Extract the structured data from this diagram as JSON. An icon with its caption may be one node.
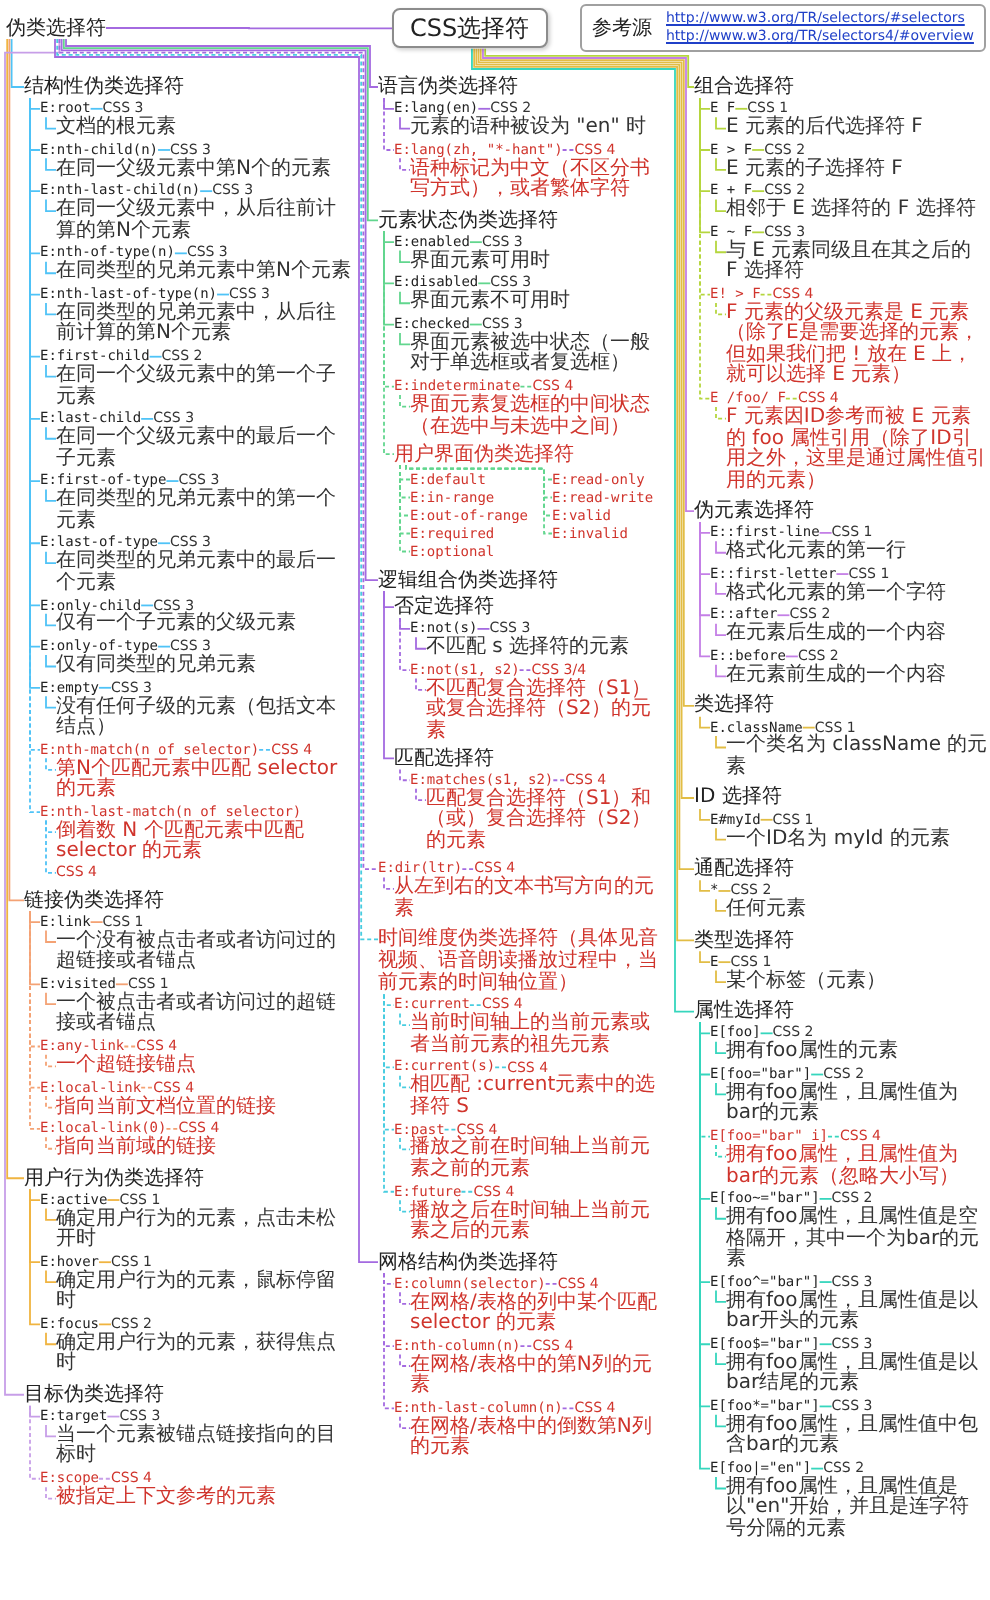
{
  "diagram": {
    "nodes": [
      {
        "text": [
          "CSS选择符"
        ]
      },
      {
        "text": [
          "伪类选择符"
        ]
      },
      {
        "text": [
          "结构性伪类选择符"
        ]
      },
      {
        "text": [
          "E:root"
        ]
      },
      {
        "text": [
          "文档的根元素"
        ]
      },
      {
        "text": [
          "CSS 3"
        ]
      },
      {
        "text": [
          "E:nth-child(n)"
        ]
      },
      {
        "text": [
          "在同一父级元素中第N个的元素"
        ]
      },
      {
        "text": [
          "CSS 3"
        ]
      },
      {
        "text": [
          "E:nth-last-child(n)"
        ]
      },
      {
        "text": [
          "在同一父级元素中，从后往前计算的第N个元素"
        ]
      },
      {
        "text": [
          "CSS 3"
        ]
      },
      {
        "text": [
          "E:nth-of-type(n)"
        ]
      },
      {
        "text": [
          "在同类型的兄弟元素中第N个元素"
        ]
      },
      {
        "text": [
          "CSS 3"
        ]
      },
      {
        "text": [
          "E:nth-last-of-type(n)"
        ]
      },
      {
        "text": [
          "在同类型的兄弟元素中，从后往前计算的第N个元素"
        ]
      },
      {
        "text": [
          "CSS 3"
        ]
      },
      {
        "text": [
          "E:first-child"
        ]
      },
      {
        "text": [
          "在同一个父级元素中的第一个子元素"
        ]
      },
      {
        "text": [
          "CSS 2"
        ]
      },
      {
        "text": [
          "E:last-child"
        ]
      },
      {
        "text": [
          "在同一个父级元素中的最后一个子元素"
        ]
      },
      {
        "text": [
          "CSS 3"
        ]
      },
      {
        "text": [
          "E:first-of-type"
        ]
      },
      {
        "text": [
          "在同类型的兄弟元素中的第一个元素"
        ]
      },
      {
        "text": [
          "CSS 3"
        ]
      },
      {
        "text": [
          "E:last-of-type"
        ]
      },
      {
        "text": [
          "在同类型的兄弟元素中的最后一个元素"
        ]
      },
      {
        "text": [
          "CSS 3"
        ]
      },
      {
        "text": [
          "E:only-child"
        ]
      },
      {
        "text": [
          "仅有一个子元素的父级元素"
        ]
      },
      {
        "text": [
          "CSS 3"
        ]
      },
      {
        "text": [
          "E:only-of-type"
        ]
      },
      {
        "text": [
          "仅有同类型的兄弟元素"
        ]
      },
      {
        "text": [
          "CSS 3"
        ]
      },
      {
        "text": [
          "E:empty"
        ]
      },
      {
        "text": [
          "没有任何子级的元素（包括文本结点）"
        ]
      },
      {
        "text": [
          "CSS 3"
        ]
      },
      {
        "text": [
          "E:nth-match(n of selector)"
        ]
      },
      {
        "text": [
          "第N个匹配元素中匹配 selector 的元素"
        ]
      },
      {
        "text": [
          "CSS 4"
        ]
      },
      {
        "text": [
          "E:nth-last-match(n of selector)"
        ]
      },
      {
        "text": [
          "倒着数 N 个匹配元素中匹配 selector 的元素"
        ]
      },
      {
        "text": [
          "CSS 4"
        ]
      },
      {
        "text": [
          "链接伪类选择符"
        ]
      },
      {
        "text": [
          "E:link"
        ]
      },
      {
        "text": [
          "一个没有被点击者或者访问过的超链接或者锚点"
        ]
      },
      {
        "text": [
          "CSS 1"
        ]
      },
      {
        "text": [
          "E:visited"
        ]
      },
      {
        "text": [
          "一个被点击者或者访问过的超链接或者锚点"
        ]
      },
      {
        "text": [
          "CSS 1"
        ]
      },
      {
        "text": [
          "E:any-link"
        ]
      },
      {
        "text": [
          "一个超链接锚点"
        ]
      },
      {
        "text": [
          "CSS 4"
        ]
      },
      {
        "text": [
          "E:local-link"
        ]
      },
      {
        "text": [
          "指向当前文档位置的链接"
        ]
      },
      {
        "text": [
          "CSS 4"
        ]
      },
      {
        "text": [
          "E:local-link(0)"
        ]
      },
      {
        "text": [
          "指向当前域的链接"
        ]
      },
      {
        "text": [
          "CSS 4"
        ]
      },
      {
        "text": [
          "用户行为伪类选择符"
        ]
      },
      {
        "text": [
          "E:active"
        ]
      },
      {
        "text": [
          "确定用户行为的元素，点击未松开时"
        ]
      },
      {
        "text": [
          "CSS 1"
        ]
      },
      {
        "text": [
          "E:hover"
        ]
      },
      {
        "text": [
          "确定用户行为的元素，鼠标停留时"
        ]
      },
      {
        "text": [
          "CSS 1"
        ]
      },
      {
        "text": [
          "E:focus"
        ]
      },
      {
        "text": [
          "确定用户行为的元素，获得焦点时"
        ]
      },
      {
        "text": [
          "CSS 2"
        ]
      },
      {
        "text": [
          "目标伪类选择符"
        ]
      },
      {
        "text": [
          "E:target"
        ]
      },
      {
        "text": [
          "当一个元素被锚点链接指向的目标时"
        ]
      },
      {
        "text": [
          "CSS 3"
        ]
      },
      {
        "text": [
          "E:scope"
        ]
      },
      {
        "text": [
          "被指定上下文参考的元素"
        ]
      },
      {
        "text": [
          "CSS 4"
        ]
      },
      {
        "text": [
          "语言伪类选择符"
        ]
      },
      {
        "text": [
          "E:lang(en)"
        ]
      },
      {
        "text": [
          "元素的语种被设为 \"en\" 时"
        ]
      },
      {
        "text": [
          "CSS 2"
        ]
      },
      {
        "text": [
          "E:lang(zh, \"*-hant\")"
        ]
      },
      {
        "text": [
          "语种标记为中文（不区分书写方式），或者繁体字符"
        ]
      },
      {
        "text": [
          "CSS 4"
        ]
      },
      {
        "text": [
          "元素状态伪类选择符"
        ]
      },
      {
        "text": [
          "E:enabled"
        ]
      },
      {
        "text": [
          "界面元素可用时"
        ]
      },
      {
        "text": [
          "CSS 3"
        ]
      },
      {
        "text": [
          "E:disabled"
        ]
      },
      {
        "text": [
          "界面元素不可用时"
        ]
      },
      {
        "text": [
          "CSS 3"
        ]
      },
      {
        "text": [
          "E:checked"
        ]
      },
      {
        "text": [
          "界面元素被选中状态（一般对于单选框或者复选框）"
        ]
      },
      {
        "text": [
          "CSS 3"
        ]
      },
      {
        "text": [
          "E:indeterminate"
        ]
      },
      {
        "text": [
          "界面元素复选框的中间状态（在选中与未选中之间）"
        ]
      },
      {
        "text": [
          "CSS 4"
        ]
      },
      {
        "text": [
          "用户界面伪类选择符"
        ]
      },
      {
        "text": [
          "E:default"
        ]
      },
      {
        "text": [
          "E:in-range"
        ]
      },
      {
        "text": [
          "E:out-of-range"
        ]
      },
      {
        "text": [
          "E:required"
        ]
      },
      {
        "text": [
          "E:optional"
        ]
      },
      {
        "text": [
          "E:read-only"
        ]
      },
      {
        "text": [
          "E:read-write"
        ]
      },
      {
        "text": [
          "E:valid"
        ]
      },
      {
        "text": [
          "E:invalid"
        ]
      },
      {
        "text": [
          "逻辑组合伪类选择符"
        ]
      },
      {
        "text": [
          "否定选择符"
        ]
      },
      {
        "text": [
          "E:not(s)"
        ]
      },
      {
        "text": [
          "不匹配 s 选择符的元素"
        ]
      },
      {
        "text": [
          "CSS 3"
        ]
      },
      {
        "text": [
          "E:not(s1, s2)"
        ]
      },
      {
        "text": [
          "不匹配复合选择符（S1）或复合选择符（S2）的元素"
        ]
      },
      {
        "text": [
          "CSS 3/4"
        ]
      },
      {
        "text": [
          "匹配选择符"
        ]
      },
      {
        "text": [
          "E:matches(s1, s2)"
        ]
      },
      {
        "text": [
          "匹配复合选择符（S1）和（或）复合选择符（S2）的元素"
        ]
      },
      {
        "text": [
          "CSS 4"
        ]
      },
      {
        "text": [
          "E:dir(ltr)"
        ]
      },
      {
        "text": [
          "从左到右的文本书写方向的元素"
        ]
      },
      {
        "text": [
          "CSS 4"
        ]
      },
      {
        "text": [
          "时间维度伪类选择符（具体见音视频、语音朗读播放过程中，当前元素的时间轴位置）"
        ]
      },
      {
        "text": [
          "E:current"
        ]
      },
      {
        "text": [
          "当前时间轴上的当前元素或者当前元素的祖先元素"
        ]
      },
      {
        "text": [
          "CSS 4"
        ]
      },
      {
        "text": [
          "E:current(s)"
        ]
      },
      {
        "text": [
          "相匹配 :current元素中的选择符 S"
        ]
      },
      {
        "text": [
          "CSS 4"
        ]
      },
      {
        "text": [
          "E:past"
        ]
      },
      {
        "text": [
          "播放之前在时间轴上当前元素之前的元素"
        ]
      },
      {
        "text": [
          "CSS 4"
        ]
      },
      {
        "text": [
          "E:future"
        ]
      },
      {
        "text": [
          "播放之后在时间轴上当前元素之后的元素"
        ]
      },
      {
        "text": [
          "CSS 4"
        ]
      },
      {
        "text": [
          "网格结构伪类选择符"
        ]
      },
      {
        "text": [
          "E:column(selector)"
        ]
      },
      {
        "text": [
          "在网格/表格的列中某个匹配 selector 的元素"
        ]
      },
      {
        "text": [
          "CSS 4"
        ]
      },
      {
        "text": [
          "E:nth-column(n)"
        ]
      },
      {
        "text": [
          "在网格/表格中的第N列的元素"
        ]
      },
      {
        "text": [
          "CSS 4"
        ]
      },
      {
        "text": [
          "E:nth-last-column(n)"
        ]
      },
      {
        "text": [
          "在网格/表格中的倒数第N列的元素"
        ]
      },
      {
        "text": [
          "CSS 4"
        ]
      },
      {
        "text": [
          "组合选择符"
        ]
      },
      {
        "text": [
          "E F"
        ]
      },
      {
        "text": [
          "E 元素的后代选择符 F"
        ]
      },
      {
        "text": [
          "CSS 1"
        ]
      },
      {
        "text": [
          "E > F"
        ]
      },
      {
        "text": [
          "E 元素的子选择符 F"
        ]
      },
      {
        "text": [
          "CSS 2"
        ]
      },
      {
        "text": [
          "E + F"
        ]
      },
      {
        "text": [
          "相邻于 E 选择符的 F 选择符"
        ]
      },
      {
        "text": [
          "CSS 2"
        ]
      },
      {
        "text": [
          "E ~ F"
        ]
      },
      {
        "text": [
          "与 E 元素同级且在其之后的 F 选择符"
        ]
      },
      {
        "text": [
          "CSS 3"
        ]
      },
      {
        "text": [
          "E! > F"
        ]
      },
      {
        "text": [
          "F 元素的父级元素是 E 元素（除了E是需要选择的元素，但如果我们把 ! 放在 E 上，就可以选择 E 元素）"
        ]
      },
      {
        "text": [
          "CSS 4"
        ]
      },
      {
        "text": [
          "E /foo/ F"
        ]
      },
      {
        "text": [
          "F 元素因ID参考而被 E 元素的 foo 属性引用（除了ID引用之外，这里是通过属性值引用的元素）"
        ]
      },
      {
        "text": [
          "CSS 4"
        ]
      },
      {
        "text": [
          "伪元素选择符"
        ]
      },
      {
        "text": [
          "E::first-line"
        ]
      },
      {
        "text": [
          "格式化元素的第一行"
        ]
      },
      {
        "text": [
          "CSS 1"
        ]
      },
      {
        "text": [
          "E::first-letter"
        ]
      },
      {
        "text": [
          "格式化元素的第一个字符"
        ]
      },
      {
        "text": [
          "CSS 1"
        ]
      },
      {
        "text": [
          "E::after"
        ]
      },
      {
        "text": [
          "在元素后生成的一个内容"
        ]
      },
      {
        "text": [
          "CSS 2"
        ]
      },
      {
        "text": [
          "E::before"
        ]
      },
      {
        "text": [
          "在元素前生成的一个内容"
        ]
      },
      {
        "text": [
          "CSS 2"
        ]
      },
      {
        "text": [
          "类选择符"
        ]
      },
      {
        "text": [
          "E.className"
        ]
      },
      {
        "text": [
          "一个类名为 className 的元素"
        ]
      },
      {
        "text": [
          "CSS 1"
        ]
      },
      {
        "text": [
          "ID 选择符"
        ]
      },
      {
        "text": [
          "E#myId"
        ]
      },
      {
        "text": [
          "一个ID名为 myId 的元素"
        ]
      },
      {
        "text": [
          "CSS 1"
        ]
      },
      {
        "text": [
          "通配选择符"
        ]
      },
      {
        "text": [
          "*"
        ]
      },
      {
        "text": [
          "任何元素"
        ]
      },
      {
        "text": [
          "CSS 2"
        ]
      },
      {
        "text": [
          "类型选择符"
        ]
      },
      {
        "text": [
          "E"
        ]
      },
      {
        "text": [
          "某个标签（元素）"
        ]
      },
      {
        "text": [
          "CSS 1"
        ]
      },
      {
        "text": [
          "属性选择符"
        ]
      },
      {
        "text": [
          "E[foo]"
        ]
      },
      {
        "text": [
          "拥有foo属性的元素"
        ]
      },
      {
        "text": [
          "CSS 2"
        ]
      },
      {
        "text": [
          "E[foo=\"bar\"]"
        ]
      },
      {
        "text": [
          "拥有foo属性，且属性值为bar的元素"
        ]
      },
      {
        "text": [
          "CSS 2"
        ]
      },
      {
        "text": [
          "E[foo=\"bar\" i]"
        ]
      },
      {
        "text": [
          "拥有foo属性，且属性值为bar的元素（忽略大小写）"
        ]
      },
      {
        "text": [
          "CSS 4"
        ]
      },
      {
        "text": [
          "E[foo~=\"bar\"]"
        ]
      },
      {
        "text": [
          "拥有foo属性，且属性值是空格隔开，其中一个为bar的元素"
        ]
      },
      {
        "text": [
          "CSS 2"
        ]
      },
      {
        "text": [
          "E[foo^=\"bar\"]"
        ]
      },
      {
        "text": [
          "拥有foo属性，且属性值是以bar开头的元素"
        ]
      },
      {
        "text": [
          "CSS 3"
        ]
      },
      {
        "text": [
          "E[foo$=\"bar\"]"
        ]
      },
      {
        "text": [
          "拥有foo属性，且属性值是以bar结尾的元素"
        ]
      },
      {
        "text": [
          "CSS 3"
        ]
      },
      {
        "text": [
          "E[foo*=\"bar\"]"
        ]
      },
      {
        "text": [
          "拥有foo属性，且属性值中包含bar的元素"
        ]
      },
      {
        "text": [
          "CSS 3"
        ]
      },
      {
        "text": [
          "E[foo|=\"en\"]"
        ]
      },
      {
        "text": [
          "拥有foo属性，且属性值是以\"en\"开始，并且是连字符号分隔的元素"
        ]
      },
      {
        "text": [
          "CSS 2"
        ]
      },
      {
        "text": [
          "参考源",
          "http://www.w3.org/TR/selectors/#selectors",
          "http://www.w3.org/TR/selectors4/#overview"
        ]
      }
    ],
    "edges": [
      {
        "from": 0,
        "to": 1,
        "arrow": "none",
        "color": "#a46ae0"
      },
      {
        "from": 1,
        "to": 2,
        "arrow": "none"
      },
      {
        "from": 2,
        "to": 3,
        "arrow": "none"
      },
      {
        "from": 3,
        "to": 4,
        "arrow": "none"
      },
      {
        "from": 3,
        "to": 5,
        "arrow": "none"
      },
      {
        "from": 2,
        "to": 6,
        "arrow": "none"
      },
      {
        "from": 6,
        "to": 7,
        "arrow": "none"
      },
      {
        "from": 6,
        "to": 8,
        "arrow": "none"
      },
      {
        "from": 2,
        "to": 9,
        "arrow": "none"
      },
      {
        "from": 9,
        "to": 10,
        "arrow": "none"
      },
      {
        "from": 9,
        "to": 11,
        "arrow": "none"
      },
      {
        "from": 2,
        "to": 12,
        "arrow": "none"
      },
      {
        "from": 12,
        "to": 13,
        "arrow": "none"
      },
      {
        "from": 12,
        "to": 14,
        "arrow": "none"
      },
      {
        "from": 2,
        "to": 15,
        "arrow": "none"
      },
      {
        "from": 15,
        "to": 16,
        "arrow": "none"
      },
      {
        "from": 15,
        "to": 17,
        "arrow": "none"
      },
      {
        "from": 2,
        "to": 18,
        "arrow": "none"
      },
      {
        "from": 18,
        "to": 19,
        "arrow": "none"
      },
      {
        "from": 18,
        "to": 20,
        "arrow": "none"
      },
      {
        "from": 2,
        "to": 21,
        "arrow": "none"
      },
      {
        "from": 21,
        "to": 22,
        "arrow": "none"
      },
      {
        "from": 21,
        "to": 23,
        "arrow": "none"
      },
      {
        "from": 2,
        "to": 24,
        "arrow": "none"
      },
      {
        "from": 24,
        "to": 25,
        "arrow": "none"
      },
      {
        "from": 24,
        "to": 26,
        "arrow": "none"
      },
      {
        "from": 2,
        "to": 27,
        "arrow": "none"
      },
      {
        "from": 27,
        "to": 28,
        "arrow": "none"
      },
      {
        "from": 27,
        "to": 29,
        "arrow": "none"
      },
      {
        "from": 2,
        "to": 30,
        "arrow": "none"
      },
      {
        "from": 30,
        "to": 31,
        "arrow": "none"
      },
      {
        "from": 30,
        "to": 32,
        "arrow": "none"
      },
      {
        "from": 2,
        "to": 33,
        "arrow": "none"
      },
      {
        "from": 33,
        "to": 34,
        "arrow": "none"
      },
      {
        "from": 33,
        "to": 35,
        "arrow": "none"
      },
      {
        "from": 2,
        "to": 36,
        "arrow": "none"
      },
      {
        "from": 36,
        "to": 37,
        "arrow": "none"
      },
      {
        "from": 36,
        "to": 38,
        "arrow": "none"
      },
      {
        "from": 2,
        "to": 39,
        "arrow": "none",
        "style": "dashed"
      },
      {
        "from": 39,
        "to": 40,
        "arrow": "none",
        "style": "dashed"
      },
      {
        "from": 39,
        "to": 41,
        "arrow": "none",
        "style": "dashed"
      },
      {
        "from": 2,
        "to": 42,
        "arrow": "none",
        "style": "dashed"
      },
      {
        "from": 42,
        "to": 43,
        "arrow": "none",
        "style": "dashed"
      },
      {
        "from": 42,
        "to": 44,
        "arrow": "none",
        "style": "dashed"
      },
      {
        "from": 1,
        "to": 45,
        "arrow": "none",
        "color": "#f4a274"
      },
      {
        "from": 45,
        "to": 46,
        "arrow": "none",
        "color": "#f4a274"
      },
      {
        "from": 46,
        "to": 47,
        "arrow": "none",
        "color": "#f4a274"
      },
      {
        "from": 46,
        "to": 48,
        "arrow": "none",
        "color": "#f4a274"
      },
      {
        "from": 45,
        "to": 49,
        "arrow": "none",
        "color": "#f4a274"
      },
      {
        "from": 49,
        "to": 50,
        "arrow": "none",
        "color": "#f4a274"
      },
      {
        "from": 49,
        "to": 51,
        "arrow": "none",
        "color": "#f4a274"
      },
      {
        "from": 45,
        "to": 52,
        "arrow": "none",
        "color": "#f4a274",
        "style": "dashed"
      },
      {
        "from": 52,
        "to": 53,
        "arrow": "none",
        "color": "#f4a274",
        "style": "dashed"
      },
      {
        "from": 52,
        "to": 54,
        "arrow": "none",
        "color": "#f4a274",
        "style": "dashed"
      },
      {
        "from": 45,
        "to": 55,
        "arrow": "none",
        "color": "#f4a274",
        "style": "dashed"
      },
      {
        "from": 55,
        "to": 56,
        "arrow": "none",
        "color": "#f4a274",
        "style": "dashed"
      },
      {
        "from": 55,
        "to": 57,
        "arrow": "none",
        "color": "#f4a274",
        "style": "dashed"
      },
      {
        "from": 45,
        "to": 58,
        "arrow": "none",
        "color": "#f4a274",
        "style": "dashed"
      },
      {
        "from": 58,
        "to": 59,
        "arrow": "none",
        "color": "#f4a274",
        "style": "dashed"
      },
      {
        "from": 58,
        "to": 60,
        "arrow": "none",
        "color": "#f4a274",
        "style": "dashed"
      },
      {
        "from": 1,
        "to": 61,
        "arrow": "none",
        "color": "#f0b440"
      },
      {
        "from": 61,
        "to": 62,
        "arrow": "none",
        "color": "#f0b440"
      },
      {
        "from": 62,
        "to": 63,
        "arrow": "none",
        "color": "#f0b440"
      },
      {
        "from": 62,
        "to": 64,
        "arrow": "none",
        "color": "#f0b440"
      },
      {
        "from": 61,
        "to": 65,
        "arrow": "none",
        "color": "#f0b440"
      },
      {
        "from": 65,
        "to": 66,
        "arrow": "none",
        "color": "#f0b440"
      },
      {
        "from": 65,
        "to": 67,
        "arrow": "none",
        "color": "#f0b440"
      },
      {
        "from": 61,
        "to": 68,
        "arrow": "none",
        "color": "#f0b440"
      },
      {
        "from": 68,
        "to": 69,
        "arrow": "none",
        "color": "#f0b440"
      },
      {
        "from": 68,
        "to": 70,
        "arrow": "none",
        "color": "#f0b440"
      },
      {
        "from": 1,
        "to": 71,
        "arrow": "none",
        "color": "#c79ee8"
      },
      {
        "from": 71,
        "to": 72,
        "arrow": "none",
        "color": "#c79ee8"
      },
      {
        "from": 72,
        "to": 73,
        "arrow": "none",
        "color": "#c79ee8"
      },
      {
        "from": 72,
        "to": 74,
        "arrow": "none",
        "color": "#c79ee8"
      },
      {
        "from": 71,
        "to": 75,
        "arrow": "none",
        "color": "#c79ee8",
        "style": "dashed"
      },
      {
        "from": 75,
        "to": 76,
        "arrow": "none",
        "color": "#c79ee8",
        "style": "dashed"
      },
      {
        "from": 75,
        "to": 77,
        "arrow": "none",
        "color": "#c79ee8",
        "style": "dashed"
      },
      {
        "from": 1,
        "to": 78,
        "arrow": "none",
        "color": "#a46ae0"
      },
      {
        "from": 78,
        "to": 79,
        "arrow": "none",
        "color": "#a46ae0"
      },
      {
        "from": 79,
        "to": 80,
        "arrow": "none",
        "color": "#a46ae0"
      },
      {
        "from": 79,
        "to": 81,
        "arrow": "none",
        "color": "#a46ae0"
      },
      {
        "from": 78,
        "to": 82,
        "arrow": "none",
        "color": "#a46ae0",
        "style": "dashed"
      },
      {
        "from": 82,
        "to": 83,
        "arrow": "none",
        "color": "#a46ae0",
        "style": "dashed"
      },
      {
        "from": 82,
        "to": 84,
        "arrow": "none",
        "color": "#a46ae0",
        "style": "dashed"
      },
      {
        "from": 1,
        "to": 85,
        "arrow": "none",
        "color": "#62d68e"
      },
      {
        "from": 85,
        "to": 86,
        "arrow": "none",
        "color": "#62d68e"
      },
      {
        "from": 86,
        "to": 87,
        "arrow": "none",
        "color": "#62d68e"
      },
      {
        "from": 86,
        "to": 88,
        "arrow": "none",
        "color": "#62d68e"
      },
      {
        "from": 85,
        "to": 89,
        "arrow": "none",
        "color": "#62d68e"
      },
      {
        "from": 89,
        "to": 90,
        "arrow": "none",
        "color": "#62d68e"
      },
      {
        "from": 89,
        "to": 91,
        "arrow": "none",
        "color": "#62d68e"
      },
      {
        "from": 85,
        "to": 92,
        "arrow": "none",
        "color": "#62d68e"
      },
      {
        "from": 92,
        "to": 93,
        "arrow": "none",
        "color": "#62d68e"
      },
      {
        "from": 92,
        "to": 94,
        "arrow": "none",
        "color": "#62d68e"
      },
      {
        "from": 85,
        "to": 95,
        "arrow": "none",
        "color": "#62d68e",
        "style": "dashed"
      },
      {
        "from": 95,
        "to": 96,
        "arrow": "none",
        "color": "#62d68e",
        "style": "dashed"
      },
      {
        "from": 95,
        "to": 97,
        "arrow": "none",
        "color": "#62d68e",
        "style": "dashed"
      },
      {
        "from": 85,
        "to": 98,
        "arrow": "none",
        "color": "#62d68e",
        "style": "dashed"
      },
      {
        "from": 98,
        "to": 99,
        "arrow": "none",
        "color": "#62d68e",
        "style": "dashed"
      },
      {
        "from": 98,
        "to": 100,
        "arrow": "none",
        "color": "#62d68e",
        "style": "dashed"
      },
      {
        "from": 98,
        "to": 101,
        "arrow": "none",
        "color": "#62d68e",
        "style": "dashed"
      },
      {
        "from": 98,
        "to": 102,
        "arrow": "none",
        "color": "#62d68e",
        "style": "dashed"
      },
      {
        "from": 98,
        "to": 103,
        "arrow": "none",
        "color": "#62d68e",
        "style": "dashed"
      },
      {
        "from": 98,
        "to": 104,
        "arrow": "none",
        "color": "#62d68e",
        "style": "dashed"
      },
      {
        "from": 98,
        "to": 105,
        "arrow": "none",
        "color": "#62d68e",
        "style": "dashed"
      },
      {
        "from": 98,
        "to": 106,
        "arrow": "none",
        "color": "#62d68e",
        "style": "dashed"
      },
      {
        "from": 98,
        "to": 107,
        "arrow": "none",
        "color": "#62d68e",
        "style": "dashed"
      },
      {
        "from": 1,
        "to": 108,
        "arrow": "none",
        "color": "#a46ae0"
      },
      {
        "from": 108,
        "to": 109,
        "arrow": "none",
        "color": "#a46ae0"
      },
      {
        "from": 109,
        "to": 110,
        "arrow": "none",
        "color": "#a46ae0"
      },
      {
        "from": 110,
        "to": 111,
        "arrow": "none",
        "color": "#a46ae0"
      },
      {
        "from": 110,
        "to": 112,
        "arrow": "none",
        "color": "#a46ae0"
      },
      {
        "from": 109,
        "to": 113,
        "arrow": "none",
        "color": "#a46ae0",
        "style": "dashed"
      },
      {
        "from": 113,
        "to": 114,
        "arrow": "none",
        "color": "#a46ae0",
        "style": "dashed"
      },
      {
        "from": 113,
        "to": 115,
        "arrow": "none",
        "color": "#a46ae0",
        "style": "dashed"
      },
      {
        "from": 108,
        "to": 116,
        "arrow": "none",
        "color": "#a46ae0"
      },
      {
        "from": 116,
        "to": 117,
        "arrow": "none",
        "color": "#a46ae0",
        "style": "dashed"
      },
      {
        "from": 117,
        "to": 118,
        "arrow": "none",
        "color": "#a46ae0",
        "style": "dashed"
      },
      {
        "from": 117,
        "to": 119,
        "arrow": "none",
        "color": "#a46ae0",
        "style": "dashed"
      },
      {
        "from": 1,
        "to": 120,
        "arrow": "none",
        "color": "#a46ae0",
        "style": "dashed"
      },
      {
        "from": 120,
        "to": 121,
        "arrow": "none",
        "color": "#a46ae0",
        "style": "dashed"
      },
      {
        "from": 120,
        "to": 122,
        "arrow": "none",
        "color": "#a46ae0",
        "style": "dashed"
      },
      {
        "from": 1,
        "to": 123,
        "arrow": "none",
        "color": "#48cde0",
        "style": "dashed"
      },
      {
        "from": 123,
        "to": 124,
        "arrow": "none",
        "color": "#48cde0",
        "style": "dashed"
      },
      {
        "from": 124,
        "to": 125,
        "arrow": "none",
        "color": "#48cde0",
        "style": "dashed"
      },
      {
        "from": 124,
        "to": 126,
        "arrow": "none",
        "color": "#48cde0",
        "style": "dashed"
      },
      {
        "from": 123,
        "to": 127,
        "arrow": "none",
        "color": "#48cde0",
        "style": "dashed"
      },
      {
        "from": 127,
        "to": 128,
        "arrow": "none",
        "color": "#48cde0",
        "style": "dashed"
      },
      {
        "from": 127,
        "to": 129,
        "arrow": "none",
        "color": "#48cde0",
        "style": "dashed"
      },
      {
        "from": 123,
        "to": 130,
        "arrow": "none",
        "color": "#48cde0",
        "style": "dashed"
      },
      {
        "from": 130,
        "to": 131,
        "arrow": "none",
        "color": "#48cde0",
        "style": "dashed"
      },
      {
        "from": 130,
        "to": 132,
        "arrow": "none",
        "color": "#48cde0",
        "style": "dashed"
      },
      {
        "from": 123,
        "to": 133,
        "arrow": "none",
        "color": "#48cde0",
        "style": "dashed"
      },
      {
        "from": 133,
        "to": 134,
        "arrow": "none",
        "color": "#48cde0",
        "style": "dashed"
      },
      {
        "from": 133,
        "to": 135,
        "arrow": "none",
        "color": "#48cde0",
        "style": "dashed"
      },
      {
        "from": 1,
        "to": 136,
        "arrow": "none",
        "color": "#a46ae0"
      },
      {
        "from": 136,
        "to": 137,
        "arrow": "none",
        "color": "#a46ae0",
        "style": "dashed"
      },
      {
        "from": 137,
        "to": 138,
        "arrow": "none",
        "color": "#a46ae0",
        "style": "dashed"
      },
      {
        "from": 137,
        "to": 139,
        "arrow": "none",
        "color": "#a46ae0",
        "style": "dashed"
      },
      {
        "from": 136,
        "to": 140,
        "arrow": "none",
        "color": "#a46ae0",
        "style": "dashed"
      },
      {
        "from": 140,
        "to": 141,
        "arrow": "none",
        "color": "#a46ae0",
        "style": "dashed"
      },
      {
        "from": 140,
        "to": 142,
        "arrow": "none",
        "color": "#a46ae0",
        "style": "dashed"
      },
      {
        "from": 136,
        "to": 143,
        "arrow": "none",
        "color": "#a46ae0",
        "style": "dashed"
      },
      {
        "from": 143,
        "to": 144,
        "arrow": "none",
        "color": "#a46ae0",
        "style": "dashed"
      },
      {
        "from": 143,
        "to": 145,
        "arrow": "none",
        "color": "#a46ae0",
        "style": "dashed"
      },
      {
        "from": 0,
        "to": 146,
        "arrow": "none",
        "color": "#b5d63e"
      },
      {
        "from": 146,
        "to": 147,
        "arrow": "none",
        "color": "#b5d63e"
      },
      {
        "from": 147,
        "to": 148,
        "arrow": "none",
        "color": "#b5d63e"
      },
      {
        "from": 147,
        "to": 149,
        "arrow": "none",
        "color": "#b5d63e"
      },
      {
        "from": 146,
        "to": 150,
        "arrow": "none",
        "color": "#b5d63e"
      },
      {
        "from": 150,
        "to": 151,
        "arrow": "none",
        "color": "#b5d63e"
      },
      {
        "from": 150,
        "to": 152,
        "arrow": "none",
        "color": "#b5d63e"
      },
      {
        "from": 146,
        "to": 153,
        "arrow": "none",
        "color": "#b5d63e"
      },
      {
        "from": 153,
        "to": 154,
        "arrow": "none",
        "color": "#b5d63e"
      },
      {
        "from": 153,
        "to": 155,
        "arrow": "none",
        "color": "#b5d63e"
      },
      {
        "from": 146,
        "to": 156,
        "arrow": "none",
        "color": "#b5d63e"
      },
      {
        "from": 156,
        "to": 157,
        "arrow": "none",
        "color": "#b5d63e"
      },
      {
        "from": 156,
        "to": 158,
        "arrow": "none",
        "color": "#b5d63e"
      },
      {
        "from": 146,
        "to": 159,
        "arrow": "none",
        "color": "#b5d63e",
        "style": "dashed"
      },
      {
        "from": 159,
        "to": 160,
        "arrow": "none",
        "color": "#b5d63e",
        "style": "dashed"
      },
      {
        "from": 159,
        "to": 161,
        "arrow": "none",
        "color": "#b5d63e",
        "style": "dashed"
      },
      {
        "from": 146,
        "to": 162,
        "arrow": "none",
        "color": "#b5d63e",
        "style": "dashed"
      },
      {
        "from": 162,
        "to": 163,
        "arrow": "none",
        "color": "#b5d63e",
        "style": "dashed"
      },
      {
        "from": 162,
        "to": 164,
        "arrow": "none",
        "color": "#b5d63e",
        "style": "dashed"
      },
      {
        "from": 0,
        "to": 165,
        "arrow": "none",
        "color": "#c47fe6"
      },
      {
        "from": 165,
        "to": 166,
        "arrow": "none",
        "color": "#c47fe6"
      },
      {
        "from": 166,
        "to": 167,
        "arrow": "none",
        "color": "#c47fe6"
      },
      {
        "from": 166,
        "to": 168,
        "arrow": "none",
        "color": "#c47fe6"
      },
      {
        "from": 165,
        "to": 169,
        "arrow": "none",
        "color": "#c47fe6"
      },
      {
        "from": 169,
        "to": 170,
        "arrow": "none",
        "color": "#c47fe6"
      },
      {
        "from": 169,
        "to": 171,
        "arrow": "none",
        "color": "#c47fe6"
      },
      {
        "from": 165,
        "to": 172,
        "arrow": "none",
        "color": "#c47fe6"
      },
      {
        "from": 172,
        "to": 173,
        "arrow": "none",
        "color": "#c47fe6"
      },
      {
        "from": 172,
        "to": 174,
        "arrow": "none",
        "color": "#c47fe6"
      },
      {
        "from": 165,
        "to": 175,
        "arrow": "none",
        "color": "#c47fe6"
      },
      {
        "from": 175,
        "to": 176,
        "arrow": "none",
        "color": "#c47fe6"
      },
      {
        "from": 175,
        "to": 177,
        "arrow": "none",
        "color": "#c47fe6"
      },
      {
        "from": 0,
        "to": 178,
        "arrow": "none",
        "color": "#e2bd45"
      },
      {
        "from": 178,
        "to": 179,
        "arrow": "none",
        "color": "#e2bd45"
      },
      {
        "from": 179,
        "to": 180,
        "arrow": "none",
        "color": "#e2bd45"
      },
      {
        "from": 179,
        "to": 181,
        "arrow": "none",
        "color": "#e2bd45"
      },
      {
        "from": 0,
        "to": 182,
        "arrow": "none",
        "color": "#e2bd45"
      },
      {
        "from": 182,
        "to": 183,
        "arrow": "none",
        "color": "#e2bd45"
      },
      {
        "from": 183,
        "to": 184,
        "arrow": "none",
        "color": "#e2bd45"
      },
      {
        "from": 183,
        "to": 185,
        "arrow": "none",
        "color": "#e2bd45"
      },
      {
        "from": 0,
        "to": 186,
        "arrow": "none",
        "color": "#e2bd45"
      },
      {
        "from": 186,
        "to": 187,
        "arrow": "none",
        "color": "#e2bd45"
      },
      {
        "from": 187,
        "to": 188,
        "arrow": "none",
        "color": "#e2bd45"
      },
      {
        "from": 187,
        "to": 189,
        "arrow": "none",
        "color": "#e2bd45"
      },
      {
        "from": 0,
        "to": 190,
        "arrow": "none",
        "color": "#e2bd45"
      },
      {
        "from": 190,
        "to": 191,
        "arrow": "none",
        "color": "#e2bd45"
      },
      {
        "from": 191,
        "to": 192,
        "arrow": "none",
        "color": "#e2bd45"
      },
      {
        "from": 191,
        "to": 193,
        "arrow": "none",
        "color": "#e2bd45"
      },
      {
        "from": 0,
        "to": 194,
        "arrow": "none",
        "color": "#36d6bd"
      },
      {
        "from": 194,
        "to": 195,
        "arrow": "none",
        "color": "#36d6bd"
      },
      {
        "from": 195,
        "to": 196,
        "arrow": "none",
        "color": "#36d6bd"
      },
      {
        "from": 195,
        "to": 197,
        "arrow": "none",
        "color": "#36d6bd"
      },
      {
        "from": 194,
        "to": 198,
        "arrow": "none",
        "color": "#36d6bd"
      },
      {
        "from": 198,
        "to": 199,
        "arrow": "none",
        "color": "#36d6bd"
      },
      {
        "from": 198,
        "to": 200,
        "arrow": "none",
        "color": "#36d6bd"
      },
      {
        "from": 194,
        "to": 201,
        "arrow": "none",
        "color": "#36d6bd",
        "style": "dashed"
      },
      {
        "from": 201,
        "to": 202,
        "arrow": "none",
        "color": "#36d6bd",
        "style": "dashed"
      },
      {
        "from": 201,
        "to": 203,
        "arrow": "none",
        "color": "#36d6bd",
        "style": "dashed"
      },
      {
        "from": 194,
        "to": 204,
        "arrow": "none",
        "color": "#36d6bd"
      },
      {
        "from": 204,
        "to": 205,
        "arrow": "none",
        "color": "#36d6bd"
      },
      {
        "from": 204,
        "to": 206,
        "arrow": "none",
        "color": "#36d6bd"
      },
      {
        "from": 194,
        "to": 207,
        "arrow": "none",
        "color": "#36d6bd"
      },
      {
        "from": 207,
        "to": 208,
        "arrow": "none",
        "color": "#36d6bd"
      },
      {
        "from": 207,
        "to": 209,
        "arrow": "none",
        "color": "#36d6bd"
      },
      {
        "from": 194,
        "to": 210,
        "arrow": "none",
        "color": "#36d6bd"
      },
      {
        "from": 210,
        "to": 211,
        "arrow": "none",
        "color": "#36d6bd"
      },
      {
        "from": 210,
        "to": 212,
        "arrow": "none",
        "color": "#36d6bd"
      },
      {
        "from": 194,
        "to": 213,
        "arrow": "none",
        "color": "#36d6bd"
      },
      {
        "from": 213,
        "to": 214,
        "arrow": "none",
        "color": "#36d6bd"
      },
      {
        "from": 213,
        "to": 215,
        "arrow": "none",
        "color": "#36d6bd"
      },
      {
        "from": 194,
        "to": 216,
        "arrow": "none",
        "color": "#36d6bd"
      },
      {
        "from": 216,
        "to": 217,
        "arrow": "none",
        "color": "#36d6bd"
      },
      {
        "from": 216,
        "to": 218,
        "arrow": "none",
        "color": "#36d6bd"
      }
    ]
  }
}
